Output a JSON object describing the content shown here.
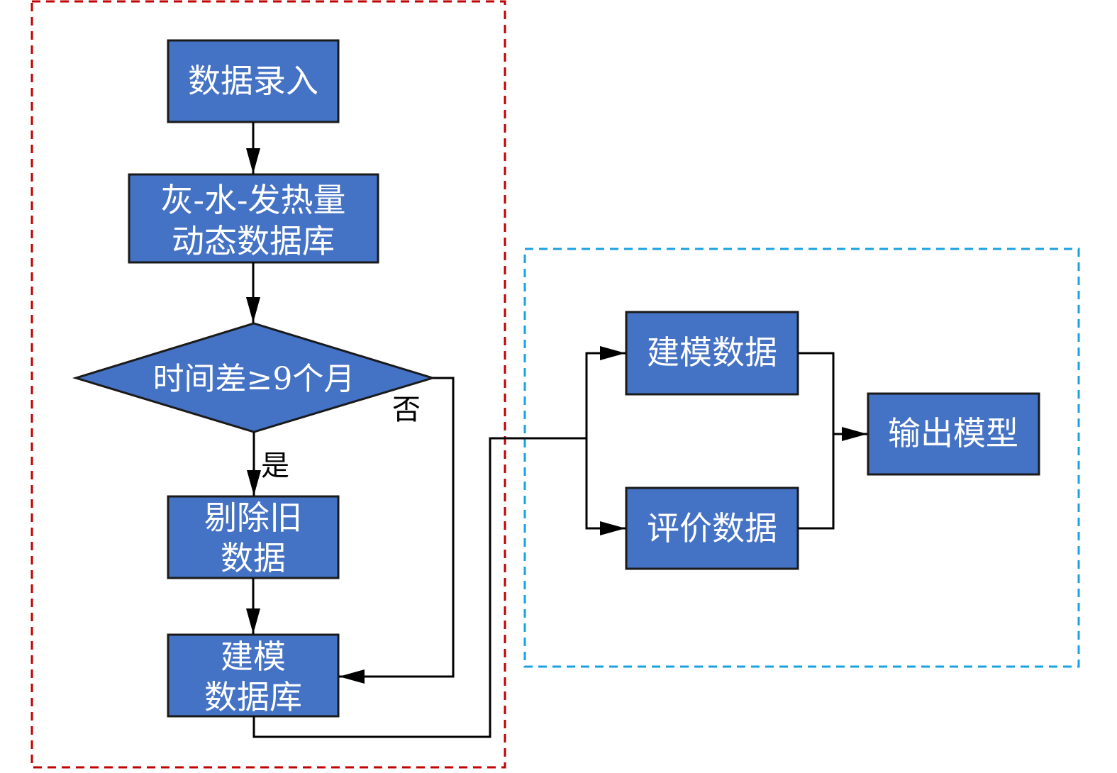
{
  "colors": {
    "node_fill": "#4472C4",
    "node_stroke": "#1a1a1a",
    "node_text": "#ffffff",
    "edge": "#000000",
    "group_left_border": "#C00000",
    "group_right_border": "#1BA1E2"
  },
  "nodes": {
    "data_entry": {
      "lines": [
        "数据录入"
      ]
    },
    "dynamic_db": {
      "lines": [
        "灰-水-发热量",
        "动态数据库"
      ]
    },
    "decision": {
      "lines": [
        "时间差≥9个月"
      ]
    },
    "remove_old": {
      "lines": [
        "剔除旧",
        "数据"
      ]
    },
    "modeling_db": {
      "lines": [
        "建模",
        "数据库"
      ]
    },
    "modeling_data": {
      "lines": [
        "建模数据"
      ]
    },
    "eval_data": {
      "lines": [
        "评价数据"
      ]
    },
    "output_model": {
      "lines": [
        "输出模型"
      ]
    }
  },
  "edge_labels": {
    "yes": "是",
    "no": "否"
  }
}
